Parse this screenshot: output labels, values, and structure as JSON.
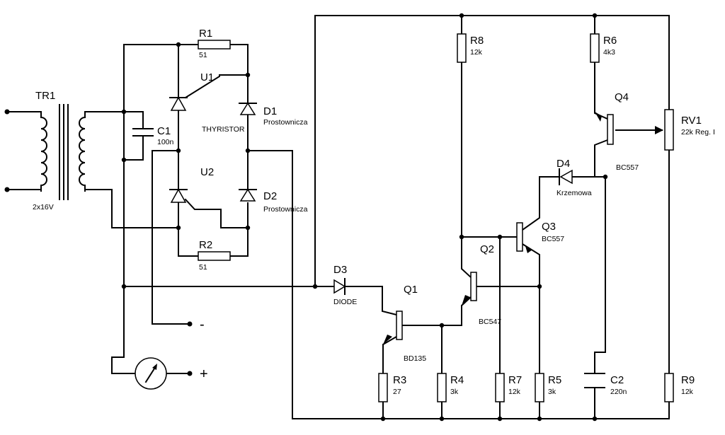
{
  "transformer": {
    "ref": "TR1",
    "value": "2x16V"
  },
  "capacitors": {
    "C1": {
      "ref": "C1",
      "value": "100n"
    },
    "C2": {
      "ref": "C2",
      "value": "220n"
    }
  },
  "resistors": {
    "R1": {
      "ref": "R1",
      "value": "51"
    },
    "R2": {
      "ref": "R2",
      "value": "51"
    },
    "R3": {
      "ref": "R3",
      "value": "27"
    },
    "R4": {
      "ref": "R4",
      "value": "3k"
    },
    "R5": {
      "ref": "R5",
      "value": "3k"
    },
    "R6": {
      "ref": "R6",
      "value": "4k3"
    },
    "R7": {
      "ref": "R7",
      "value": "12k"
    },
    "R8": {
      "ref": "R8",
      "value": "12k"
    },
    "R9": {
      "ref": "R9",
      "value": "12k"
    }
  },
  "potentiometer": {
    "ref": "RV1",
    "value": "22k Reg. I"
  },
  "thyristors": {
    "U1": {
      "ref": "U1",
      "value": "THYRISTOR"
    },
    "U2": {
      "ref": "U2"
    }
  },
  "diodes": {
    "D1": {
      "ref": "D1",
      "value": "Prostownicza"
    },
    "D2": {
      "ref": "D2",
      "value": "Prostownicza"
    },
    "D3": {
      "ref": "D3",
      "value": "DIODE"
    },
    "D4": {
      "ref": "D4",
      "value": "Krzemowa"
    }
  },
  "transistors": {
    "Q1": {
      "ref": "Q1",
      "value": "BD135"
    },
    "Q2": {
      "ref": "Q2",
      "value": "BC547"
    },
    "Q3": {
      "ref": "Q3",
      "value": "BC557"
    },
    "Q4": {
      "ref": "Q4",
      "value": "BC557"
    }
  },
  "terminals": {
    "minus": "-",
    "plus": "+"
  }
}
